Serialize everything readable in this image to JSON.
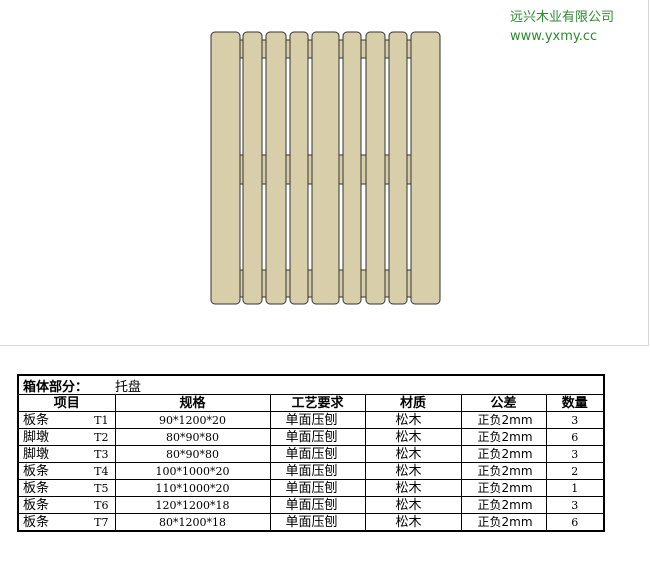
{
  "company": {
    "name": "远兴木业有限公司",
    "website": "www.yxmy.cc",
    "text_color": "#2e8b2e"
  },
  "drawing": {
    "board_fill": "#d8ceaa",
    "board_stroke": "#333333"
  },
  "spec": {
    "section_label": "箱体部分：",
    "section_value": "托盘",
    "headers": [
      "项目",
      "规格",
      "工艺要求",
      "材质",
      "公差",
      "数量"
    ],
    "rows": [
      {
        "name": "板条",
        "code": "T1",
        "size": "90*1200*20",
        "process": "单面压刨",
        "material": "松木",
        "tolerance": "正负2mm",
        "qty": "3"
      },
      {
        "name": "脚墩",
        "code": "T2",
        "size": "80*90*80",
        "process": "单面压刨",
        "material": "松木",
        "tolerance": "正负2mm",
        "qty": "6"
      },
      {
        "name": "脚墩",
        "code": "T3",
        "size": "80*90*80",
        "process": "单面压刨",
        "material": "松木",
        "tolerance": "正负2mm",
        "qty": "3"
      },
      {
        "name": "板条",
        "code": "T4",
        "size": "100*1000*20",
        "process": "单面压刨",
        "material": "松木",
        "tolerance": "正负2mm",
        "qty": "2"
      },
      {
        "name": "板条",
        "code": "T5",
        "size": "110*1000*20",
        "process": "单面压刨",
        "material": "松木",
        "tolerance": "正负2mm",
        "qty": "1"
      },
      {
        "name": "板条",
        "code": "T6",
        "size": "120*1200*18",
        "process": "单面压刨",
        "material": "松木",
        "tolerance": "正负2mm",
        "qty": "3"
      },
      {
        "name": "板条",
        "code": "T7",
        "size": "80*1200*18",
        "process": "单面压刨",
        "material": "松木",
        "tolerance": "正负2mm",
        "qty": "6"
      }
    ]
  }
}
